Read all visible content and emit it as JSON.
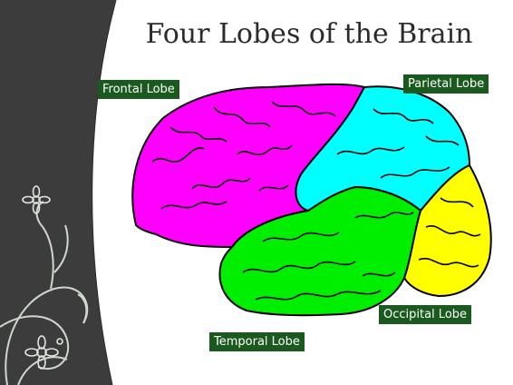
{
  "slide": {
    "title": "Four Lobes of the Brain"
  },
  "labels": {
    "frontal": "Frontal Lobe",
    "parietal": "Parietal Lobe",
    "occipital": "Occipital Lobe",
    "temporal": "Temporal Lobe"
  },
  "colors": {
    "frontal": "#ff00ff",
    "parietal": "#00ffff",
    "occipital": "#ffff00",
    "temporal": "#00ee00",
    "label_bg": "#1b5a1e",
    "sidebar": "#3c3c3c"
  }
}
